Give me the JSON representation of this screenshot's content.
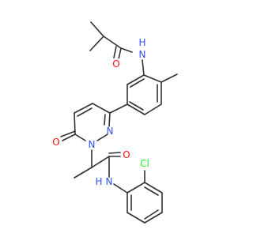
{
  "structure": {
    "atom_labels": {
      "n_amide_top": "N",
      "h_amide_top": "H",
      "o_amide_top": "O",
      "o_pyridazinone": "O",
      "n1_ring": "N",
      "n2_ring": "N",
      "o_amide_bottom": "O",
      "n_amide_bottom": "N",
      "h_amide_bottom": "H",
      "cl": "Cl"
    },
    "colors": {
      "bond": "#303030",
      "nitrogen": "#3050f8",
      "oxygen": "#ff0d0d",
      "chlorine": "#1ff01f"
    }
  }
}
